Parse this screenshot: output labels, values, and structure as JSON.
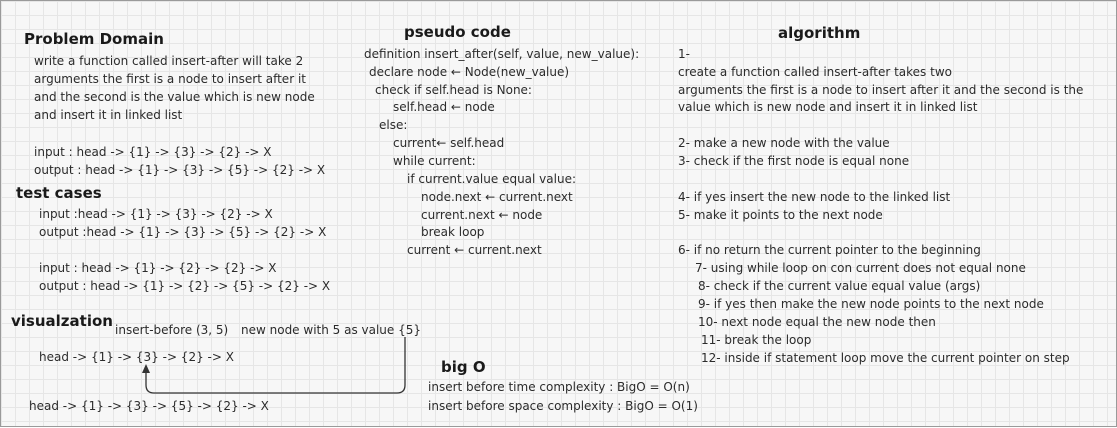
{
  "problem_domain": {
    "title": "Problem Domain",
    "lines": [
      "write a function called insert-after will take 2",
      "arguments the first is a node to insert after it",
      "and the second is the value which is new node",
      "and insert it in linked list"
    ],
    "input": "input :  head -> {1} -> {3} -> {2} -> X",
    "output": "output :  head -> {1} ->  {3} -> {5} -> {2} -> X"
  },
  "test_cases": {
    "title": "test cases",
    "lines": [
      "input :head -> {1} -> {3} -> {2} -> X",
      "output :head -> {1} -> {3} -> {5} -> {2} -> X",
      "input :  head -> {1} -> {2} -> {2} -> X",
      "output :  head -> {1} -> {2} -> {5} -> {2} -> X"
    ]
  },
  "visualization": {
    "title": "visualzation",
    "call": "insert-before (3, 5)",
    "note": "new node with 5 as value {5}",
    "before": "head -> {1} -> {3} -> {2} -> X",
    "after": "head -> {1} -> {3} -> {5} -> {2} -> X"
  },
  "pseudo_code": {
    "title": "pseudo code",
    "lines": [
      "definition insert_after(self, value, new_value):",
      "declare node ← Node(new_value)",
      "check  if self.head is None:",
      "self.head ← node",
      "else:",
      "current← self.head",
      "while current:",
      "if current.value equal value:",
      "node.next ← current.next",
      "current.next ← node",
      "break loop",
      "current ← current.next"
    ]
  },
  "big_o": {
    "title": "big O",
    "time": "insert before time complexity : BigO = O(n)",
    "space": "insert before space complexity : BigO = O(1)"
  },
  "algorithm": {
    "title": "algorithm",
    "lines": [
      "1-",
      "create a function called insert-after takes two",
      "arguments the first is a node to insert after it and the second is the",
      "value which is new node and insert it in linked list",
      "2- make a new node with the value",
      "3- check if the first node is equal none",
      "4- if yes insert the new node to the linked list",
      "5- make it points to the next node",
      "6- if no return the current pointer to the beginning",
      "7- using while loop on con current does not equal none",
      "8- check if the current value equal value (args)",
      "9- if yes then make the new node points to the next node",
      "10- next node equal the new  node then",
      "11- break the loop",
      "12- inside if statement loop move the current pointer on step"
    ]
  }
}
